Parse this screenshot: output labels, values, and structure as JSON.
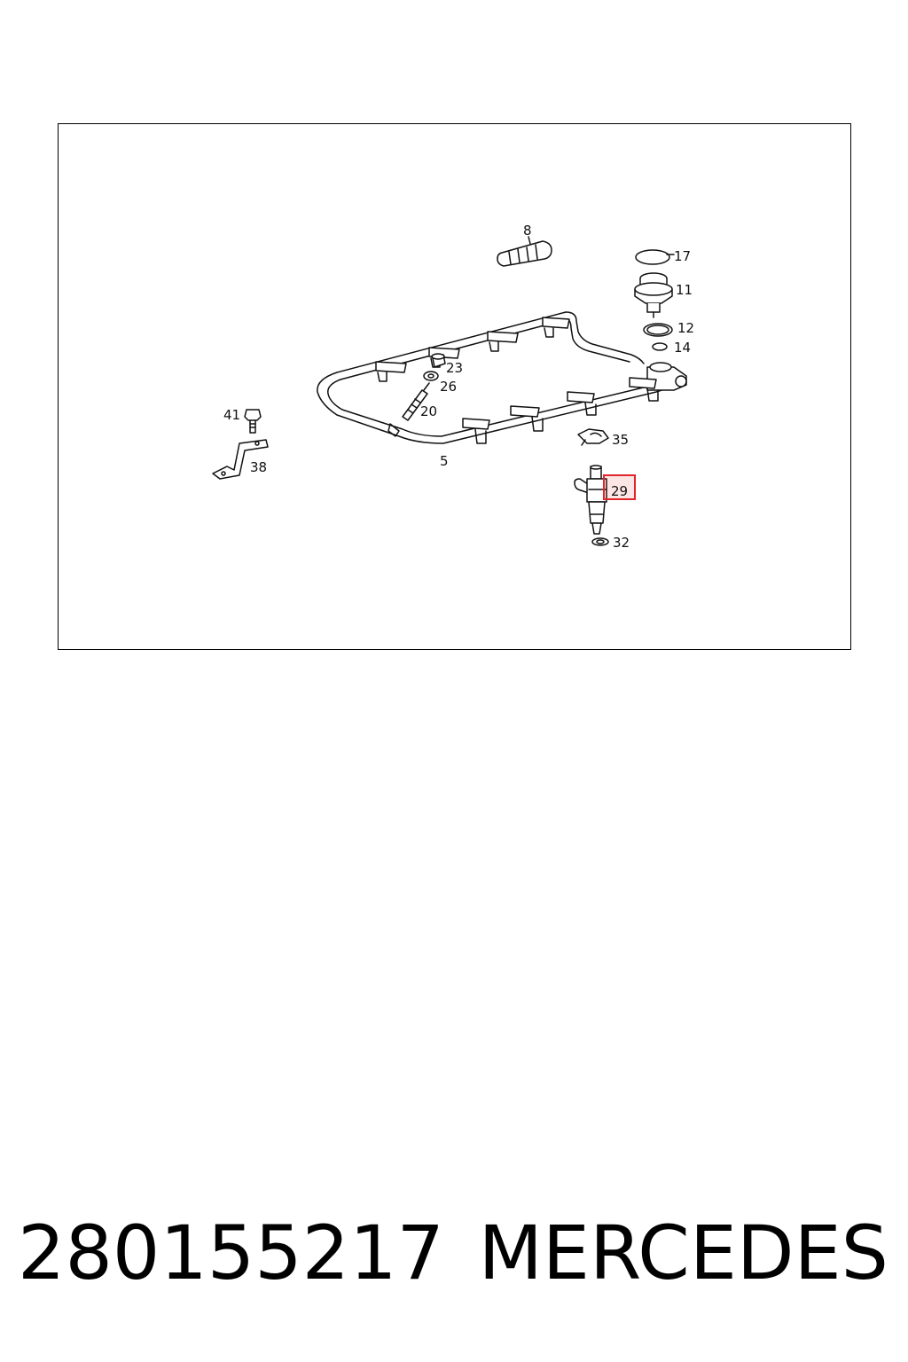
{
  "callouts": {
    "c8": "8",
    "c17": "17",
    "c11": "11",
    "c12": "12",
    "c14": "14",
    "c23": "23",
    "c26": "26",
    "c20": "20",
    "c41": "41",
    "c38": "38",
    "c5": "5",
    "c35": "35",
    "c29": "29",
    "c32": "32"
  },
  "highlighted_callout": "29",
  "colors": {
    "highlight": "#e0242a",
    "line": "#111111"
  },
  "footer": {
    "part_number": "280155217",
    "brand": "MERCEDES"
  }
}
